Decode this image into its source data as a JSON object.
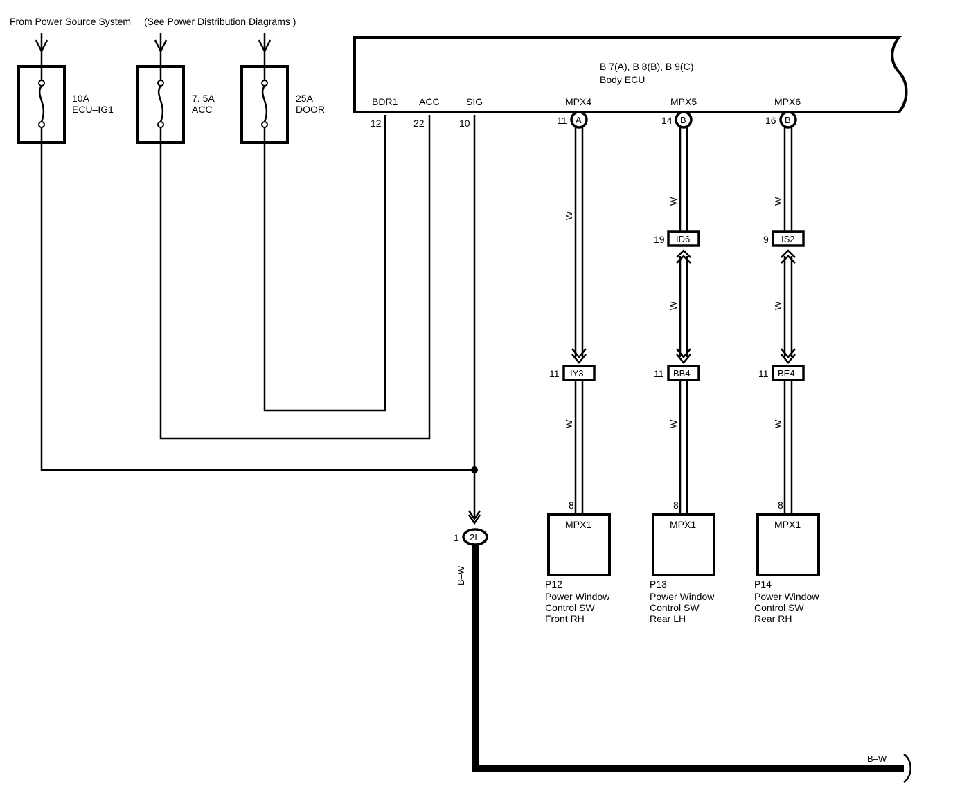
{
  "source": {
    "prefix": "From Power Source System",
    "note": "(See Power Distribution Diagrams )"
  },
  "fuses": [
    {
      "rating": "10A",
      "name": "ECU–IG1"
    },
    {
      "rating": "7. 5A",
      "name": "ACC"
    },
    {
      "rating": "25A",
      "name": "DOOR"
    }
  ],
  "ecu": {
    "connectors": "B 7(A), B 8(B), B 9(C)",
    "name": "Body ECU",
    "terminals": [
      {
        "label": "BDR1",
        "pin": "12"
      },
      {
        "label": "ACC",
        "pin": "22"
      },
      {
        "label": "SIG",
        "pin": "10"
      },
      {
        "label": "MPX4",
        "pin": "11",
        "conn": "A"
      },
      {
        "label": "MPX5",
        "pin": "14",
        "conn": "B"
      },
      {
        "label": "MPX6",
        "pin": "16",
        "conn": "B"
      }
    ]
  },
  "junctions": [
    {
      "id": "ID6",
      "pin": "19"
    },
    {
      "id": "IS2",
      "pin": "9"
    }
  ],
  "inline_connectors": [
    {
      "id": "IY3",
      "pin": "11"
    },
    {
      "id": "BB4",
      "pin": "11"
    },
    {
      "id": "BE4",
      "pin": "11"
    }
  ],
  "wire_colors": {
    "signal": "W",
    "signal_lower": [
      "W",
      "W",
      "W"
    ],
    "upper": [
      "W",
      "W"
    ],
    "middle": [
      "W",
      "W"
    ],
    "ground": "B–W",
    "ground_end": "B–W"
  },
  "ground_connector": {
    "id": "2I",
    "pin": "1"
  },
  "switches": [
    {
      "pin": "8",
      "terminal": "MPX1",
      "code": "P12",
      "line1": "Power Window",
      "line2": "Control SW",
      "line3": "Front RH"
    },
    {
      "pin": "8",
      "terminal": "MPX1",
      "code": "P13",
      "line1": "Power Window",
      "line2": "Control SW",
      "line3": "Rear LH"
    },
    {
      "pin": "8",
      "terminal": "MPX1",
      "code": "P14",
      "line1": "Power Window",
      "line2": "Control SW",
      "line3": "Rear RH"
    }
  ]
}
